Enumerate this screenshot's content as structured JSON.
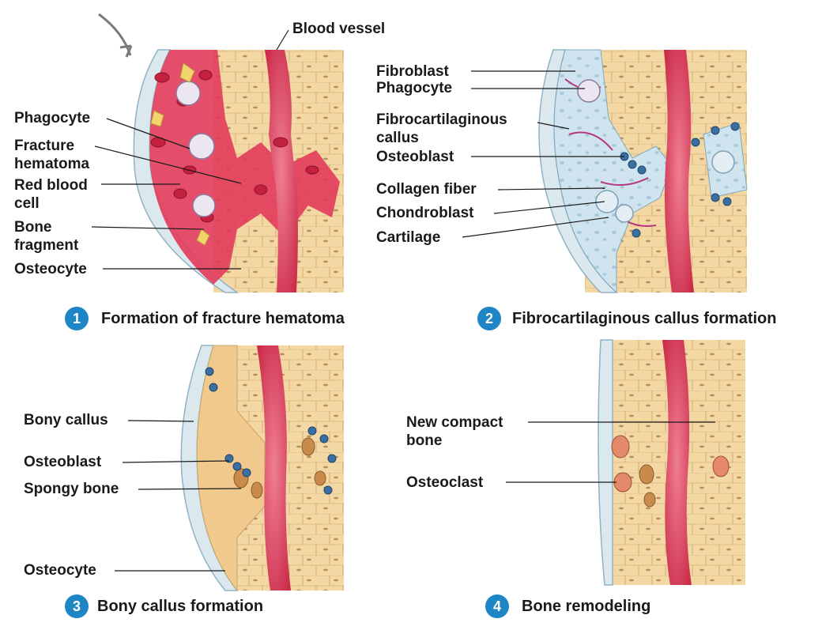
{
  "panels": [
    {
      "number": "1",
      "caption": "Formation of fracture hematoma",
      "labels": {
        "blood_vessel": "Blood vessel",
        "phagocyte": "Phagocyte",
        "fracture_hematoma_1": "Fracture",
        "fracture_hematoma_2": "hematoma",
        "red_blood_cell_1": "Red blood",
        "red_blood_cell_2": "cell",
        "bone_fragment_1": "Bone",
        "bone_fragment_2": "fragment",
        "osteocyte": "Osteocyte"
      }
    },
    {
      "number": "2",
      "caption": "Fibrocartilaginous callus formation",
      "labels": {
        "fibroblast": "Fibroblast",
        "phagocyte": "Phagocyte",
        "fibrocartilaginous_callus_1": "Fibrocartilaginous",
        "fibrocartilaginous_callus_2": "callus",
        "osteoblast": "Osteoblast",
        "collagen_fiber": "Collagen fiber",
        "chondroblast": "Chondroblast",
        "cartilage": "Cartilage"
      }
    },
    {
      "number": "3",
      "caption": "Bony callus formation",
      "labels": {
        "bony_callus": "Bony callus",
        "osteoblast": "Osteoblast",
        "spongy_bone": "Spongy bone",
        "osteocyte": "Osteocyte"
      }
    },
    {
      "number": "4",
      "caption": "Bone remodeling",
      "labels": {
        "new_compact_bone_1": "New compact",
        "new_compact_bone_2": "bone",
        "osteoclast": "Osteoclast"
      }
    }
  ],
  "colors": {
    "bone": "#f4d8a4",
    "bone_line": "#c9a46a",
    "vessel": "#d9304e",
    "vessel_light": "#f07f93",
    "hematoma": "#e23b5a",
    "cartilage": "#cfe4ee",
    "periosteum": "#dbe9ef",
    "badge": "#1f86c6"
  }
}
